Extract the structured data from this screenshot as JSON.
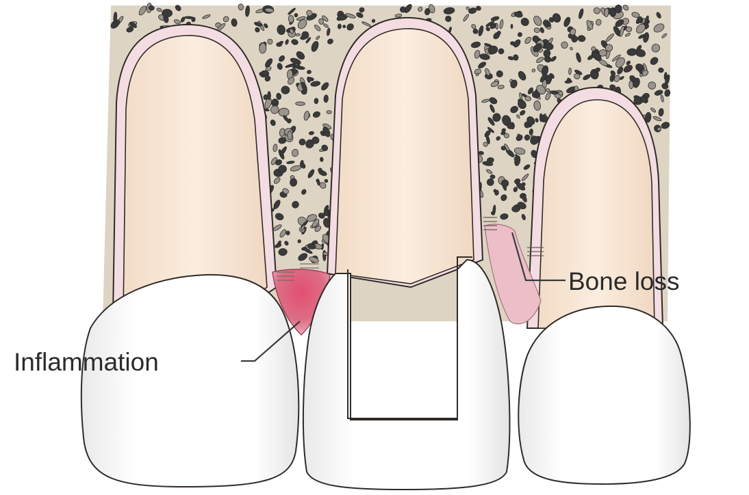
{
  "labels": {
    "bone_loss": "Bone loss",
    "inflammation": "Inflammation"
  },
  "colors": {
    "bone_matrix": "#ded6c6",
    "bone_particle": "#3a3a3a",
    "root": "#f7e6d4",
    "root_outline": "#2f2a26",
    "ligament": "#f3dce2",
    "gingiva_inflamed": "#d9607c",
    "gingiva_pink": "#ecc2ca",
    "crown": "#ffffff",
    "crown_shade": "#ececec"
  },
  "structures": {
    "teeth": [
      "left-tooth",
      "center-tooth-post",
      "right-tooth"
    ],
    "background": "alveolar-bone"
  }
}
